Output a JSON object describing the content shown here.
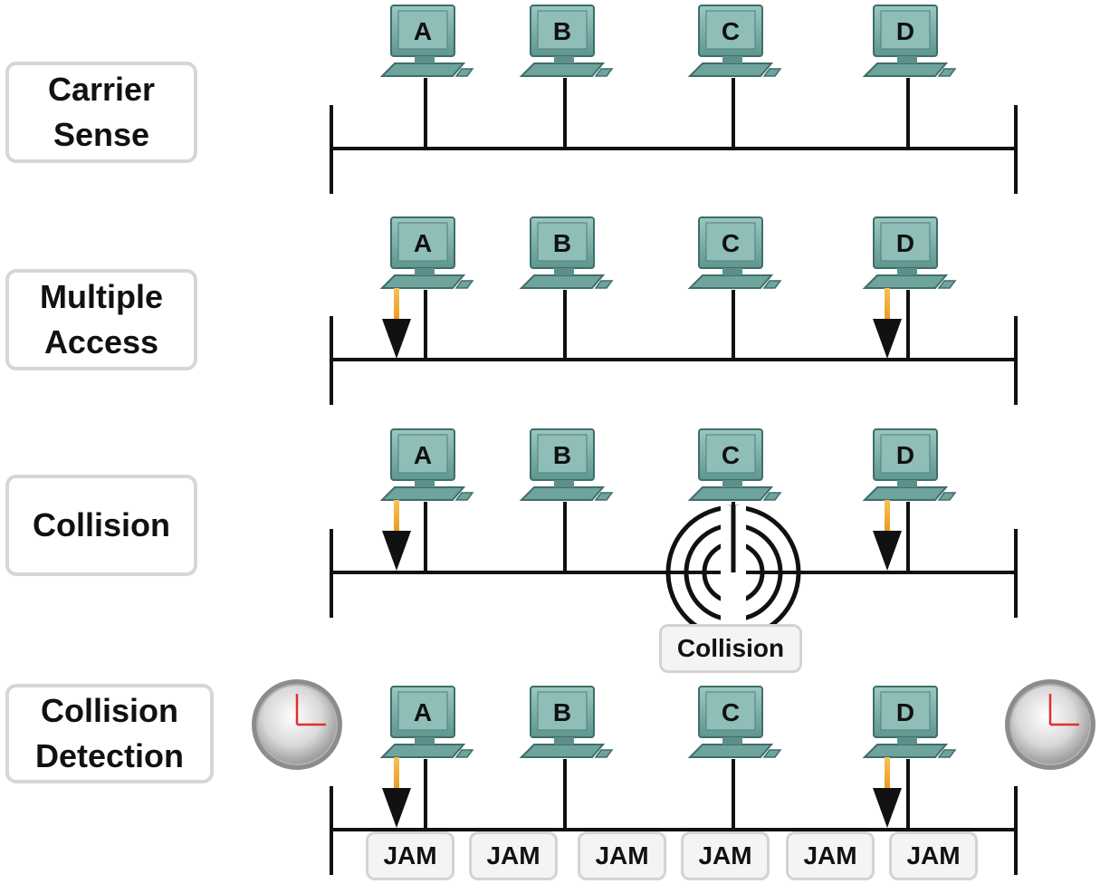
{
  "stages": [
    {
      "line1": "Carrier",
      "line2": "Sense"
    },
    {
      "line1": "Multiple",
      "line2": "Access"
    },
    {
      "line1": "Collision",
      "line2": ""
    },
    {
      "line1": "Collision",
      "line2": "Detection"
    }
  ],
  "hosts": [
    "A",
    "B",
    "C",
    "D"
  ],
  "collision_label": "Collision",
  "jam_label": "JAM",
  "colors": {
    "monitor": "#7fb2ad",
    "monitor_dark": "#3f6e69",
    "arrow_tail": "#f0a020",
    "wire": "#111111",
    "clock_hand": "#e03030"
  },
  "icons": {
    "host": "computer-icon",
    "collision": "collision-ripple-icon",
    "timer": "timer-clock-icon",
    "transmit": "down-arrow-icon"
  }
}
